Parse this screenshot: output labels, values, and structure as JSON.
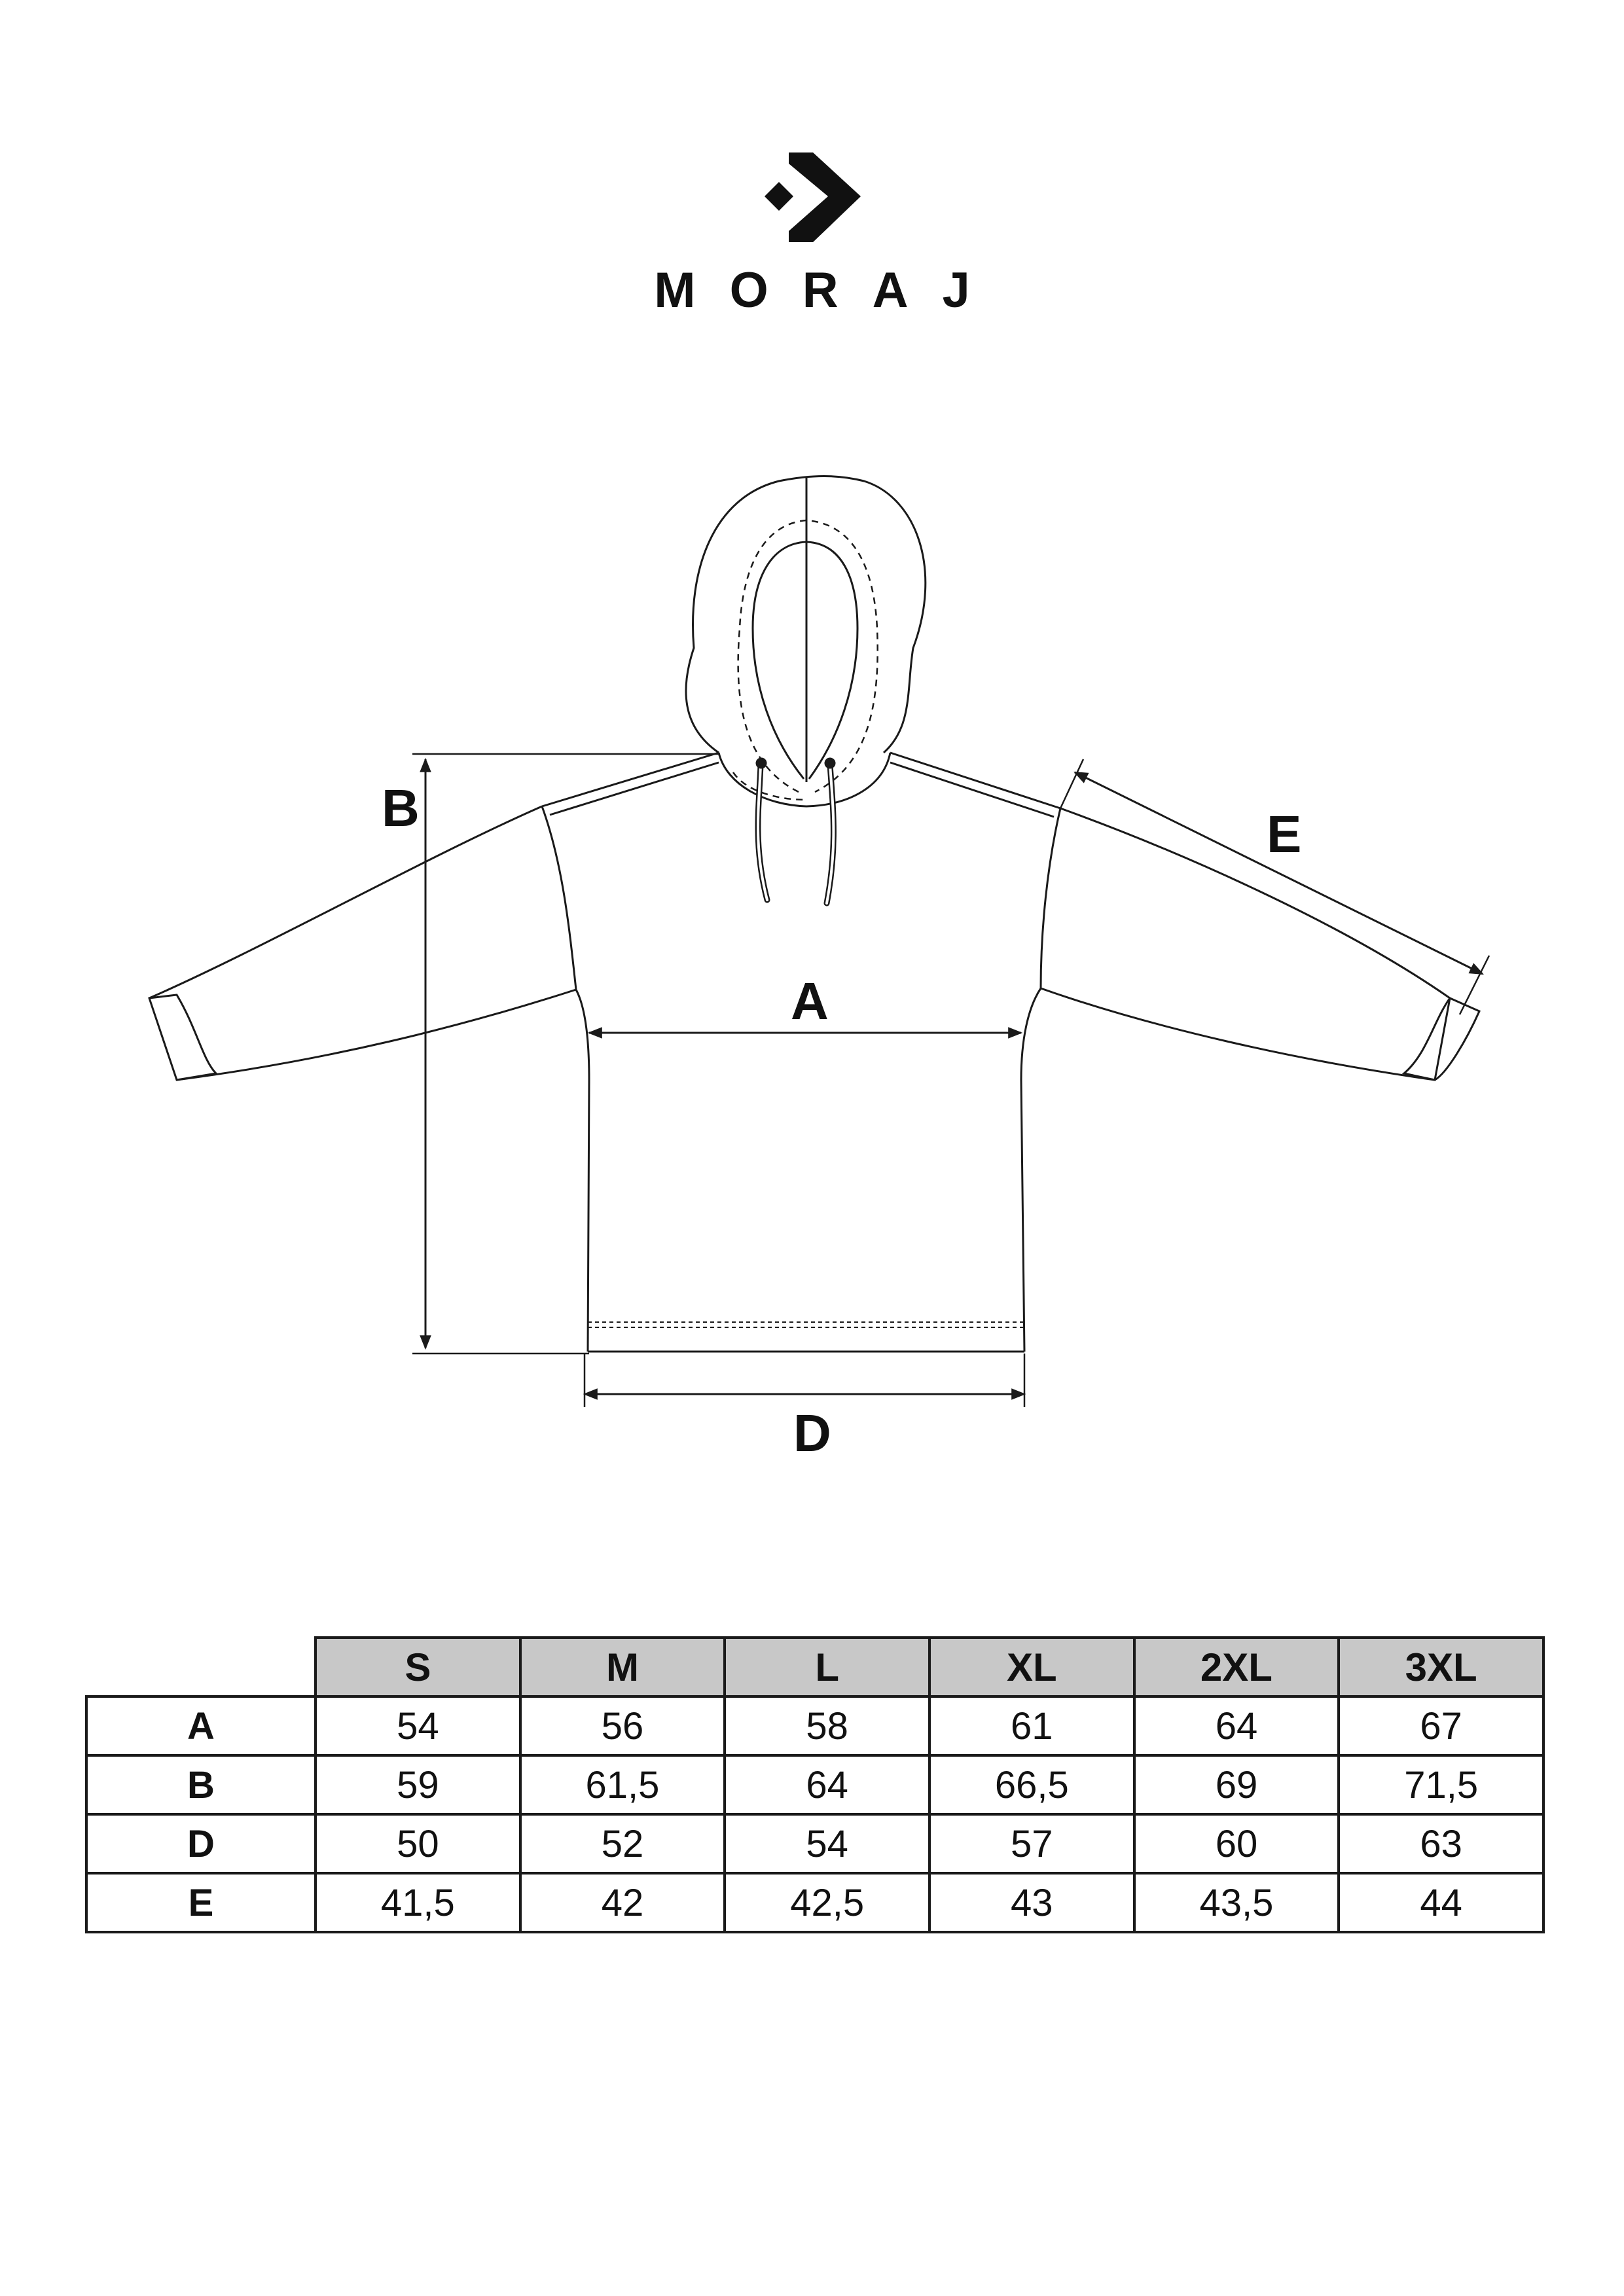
{
  "brand": {
    "name": "MORAJ",
    "logo_icon": "moraj-diamond-chevron-logo"
  },
  "diagram": {
    "labels": {
      "A": "A",
      "B": "B",
      "D": "D",
      "E": "E"
    },
    "line_color": "#1a1a1a"
  },
  "size_table": {
    "header_bg": "#c8c8c8",
    "sizes": [
      "S",
      "M",
      "L",
      "XL",
      "2XL",
      "3XL"
    ],
    "rows": [
      {
        "label": "A",
        "values": [
          "54",
          "56",
          "58",
          "61",
          "64",
          "67"
        ]
      },
      {
        "label": "B",
        "values": [
          "59",
          "61,5",
          "64",
          "66,5",
          "69",
          "71,5"
        ]
      },
      {
        "label": "D",
        "values": [
          "50",
          "52",
          "54",
          "57",
          "60",
          "63"
        ]
      },
      {
        "label": "E",
        "values": [
          "41,5",
          "42",
          "42,5",
          "43",
          "43,5",
          "44"
        ]
      }
    ]
  }
}
